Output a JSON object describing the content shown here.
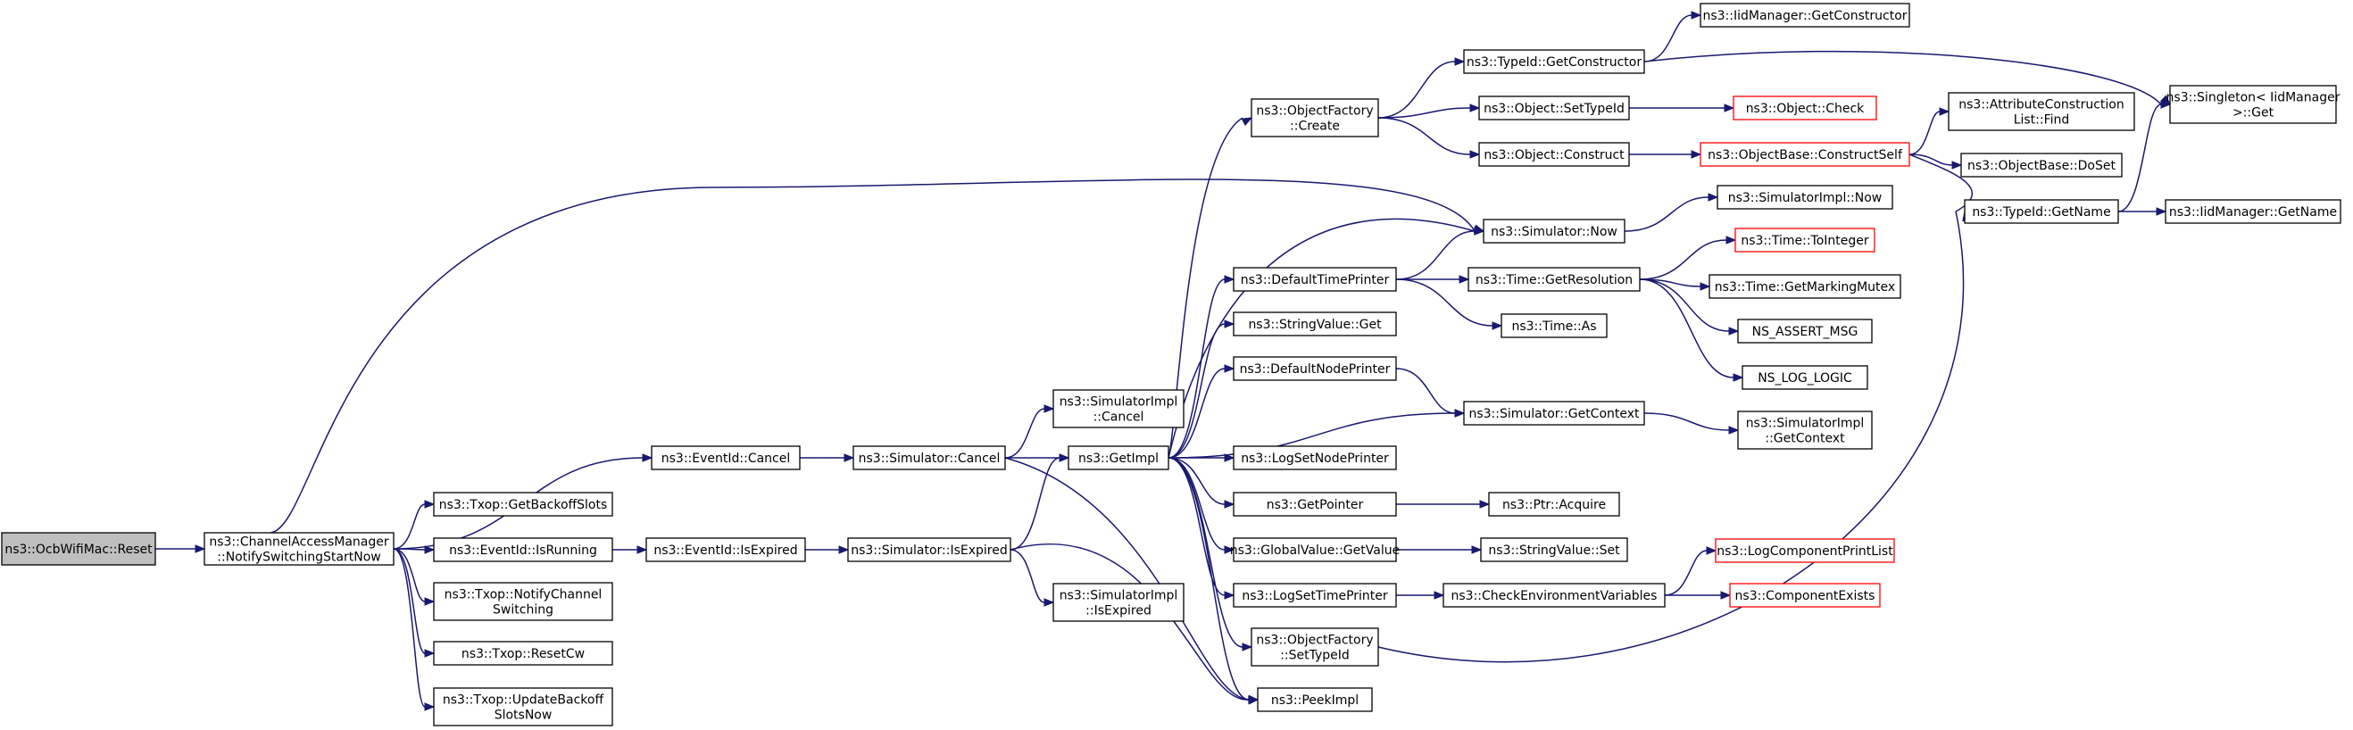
{
  "diagram": {
    "title": "",
    "nodes": [
      {
        "id": "reset",
        "lines": [
          "ns3::OcbWifiMac::Reset"
        ],
        "highlight": true
      },
      {
        "id": "cam",
        "lines": [
          "ns3::ChannelAccessManager",
          "::NotifySwitchingStartNow"
        ]
      },
      {
        "id": "eidcancel",
        "lines": [
          "ns3::EventId::Cancel"
        ]
      },
      {
        "id": "getbackoff",
        "lines": [
          "ns3::Txop::GetBackoffSlots"
        ]
      },
      {
        "id": "eidisrunning",
        "lines": [
          "ns3::EventId::IsRunning"
        ]
      },
      {
        "id": "notifych",
        "lines": [
          "ns3::Txop::NotifyChannel",
          "Switching"
        ]
      },
      {
        "id": "resetcw",
        "lines": [
          "ns3::Txop::ResetCw"
        ]
      },
      {
        "id": "updbackoff",
        "lines": [
          "ns3::Txop::UpdateBackoff",
          "SlotsNow"
        ]
      },
      {
        "id": "eidisexpired",
        "lines": [
          "ns3::EventId::IsExpired"
        ]
      },
      {
        "id": "simcancel",
        "lines": [
          "ns3::Simulator::Cancel"
        ]
      },
      {
        "id": "simisexpired",
        "lines": [
          "ns3::Simulator::IsExpired"
        ]
      },
      {
        "id": "simimplcancel",
        "lines": [
          "ns3::SimulatorImpl",
          "::Cancel"
        ]
      },
      {
        "id": "getimpl",
        "lines": [
          "ns3::GetImpl"
        ]
      },
      {
        "id": "simimplisexpired",
        "lines": [
          "ns3::SimulatorImpl",
          "::IsExpired"
        ]
      },
      {
        "id": "ofcreate",
        "lines": [
          "ns3::ObjectFactory",
          "::Create"
        ]
      },
      {
        "id": "deftime",
        "lines": [
          "ns3::DefaultTimePrinter"
        ]
      },
      {
        "id": "strget",
        "lines": [
          "ns3::StringValue::Get"
        ]
      },
      {
        "id": "defnode",
        "lines": [
          "ns3::DefaultNodePrinter"
        ]
      },
      {
        "id": "logsetnode",
        "lines": [
          "ns3::LogSetNodePrinter"
        ]
      },
      {
        "id": "getpointer",
        "lines": [
          "ns3::GetPointer"
        ]
      },
      {
        "id": "gvgetvalue",
        "lines": [
          "ns3::GlobalValue::GetValue"
        ]
      },
      {
        "id": "logsettime",
        "lines": [
          "ns3::LogSetTimePrinter"
        ]
      },
      {
        "id": "ofsettypeid",
        "lines": [
          "ns3::ObjectFactory",
          "::SetTypeId"
        ]
      },
      {
        "id": "peekimpl",
        "lines": [
          "ns3::PeekImpl"
        ]
      },
      {
        "id": "tidgetctor",
        "lines": [
          "ns3::TypeId::GetConstructor"
        ]
      },
      {
        "id": "objsettypeid",
        "lines": [
          "ns3::Object::SetTypeId"
        ]
      },
      {
        "id": "objconstruct",
        "lines": [
          "ns3::Object::Construct"
        ]
      },
      {
        "id": "simnow",
        "lines": [
          "ns3::Simulator::Now"
        ]
      },
      {
        "id": "timegetres",
        "lines": [
          "ns3::Time::GetResolution"
        ]
      },
      {
        "id": "timeas",
        "lines": [
          "ns3::Time::As"
        ]
      },
      {
        "id": "simgetctx",
        "lines": [
          "ns3::Simulator::GetContext"
        ]
      },
      {
        "id": "ptracquire",
        "lines": [
          "ns3::Ptr::Acquire"
        ]
      },
      {
        "id": "strset",
        "lines": [
          "ns3::StringValue::Set"
        ]
      },
      {
        "id": "checkenv",
        "lines": [
          "ns3::CheckEnvironmentVariables"
        ]
      },
      {
        "id": "iidgetctor",
        "lines": [
          "ns3::IidManager::GetConstructor"
        ]
      },
      {
        "id": "objcheck",
        "lines": [
          "ns3::Object::Check"
        ],
        "red": true
      },
      {
        "id": "obcs",
        "lines": [
          "ns3::ObjectBase::ConstructSelf"
        ],
        "red": true
      },
      {
        "id": "simimplnow",
        "lines": [
          "ns3::SimulatorImpl::Now"
        ]
      },
      {
        "id": "timetoint",
        "lines": [
          "ns3::Time::ToInteger"
        ],
        "red": true
      },
      {
        "id": "timemutex",
        "lines": [
          "ns3::Time::GetMarkingMutex"
        ]
      },
      {
        "id": "assertmsg",
        "lines": [
          "NS_ASSERT_MSG"
        ]
      },
      {
        "id": "loglogic",
        "lines": [
          "NS_LOG_LOGIC"
        ]
      },
      {
        "id": "simimplgetctx",
        "lines": [
          "ns3::SimulatorImpl",
          "::GetContext"
        ]
      },
      {
        "id": "logcompprint",
        "lines": [
          "ns3::LogComponentPrintList"
        ],
        "red": true
      },
      {
        "id": "compexists",
        "lines": [
          "ns3::ComponentExists"
        ],
        "red": true
      },
      {
        "id": "acfind",
        "lines": [
          "ns3::AttributeConstruction",
          "List::Find"
        ]
      },
      {
        "id": "obdoset",
        "lines": [
          "ns3::ObjectBase::DoSet"
        ]
      },
      {
        "id": "tidgetname",
        "lines": [
          "ns3::TypeId::GetName"
        ]
      },
      {
        "id": "singleton",
        "lines": [
          "ns3::Singleton< IidManager",
          " >::Get"
        ]
      },
      {
        "id": "iidgetname",
        "lines": [
          "ns3::IidManager::GetName"
        ]
      }
    ],
    "edges": [
      [
        "reset",
        "cam"
      ],
      [
        "cam",
        "eidcancel"
      ],
      [
        "cam",
        "getbackoff"
      ],
      [
        "cam",
        "eidisrunning"
      ],
      [
        "cam",
        "notifych"
      ],
      [
        "cam",
        "resetcw"
      ],
      [
        "cam",
        "updbackoff"
      ],
      [
        "cam",
        "simnow"
      ],
      [
        "eidcancel",
        "simcancel"
      ],
      [
        "eidisrunning",
        "eidisexpired"
      ],
      [
        "eidisexpired",
        "simisexpired"
      ],
      [
        "simcancel",
        "simimplcancel"
      ],
      [
        "simcancel",
        "getimpl"
      ],
      [
        "simcancel",
        "peekimpl"
      ],
      [
        "simisexpired",
        "getimpl"
      ],
      [
        "simisexpired",
        "simimplisexpired"
      ],
      [
        "simisexpired",
        "peekimpl"
      ],
      [
        "getimpl",
        "ofcreate"
      ],
      [
        "getimpl",
        "simnow"
      ],
      [
        "getimpl",
        "deftime"
      ],
      [
        "getimpl",
        "strget"
      ],
      [
        "getimpl",
        "defnode"
      ],
      [
        "getimpl",
        "simgetctx"
      ],
      [
        "getimpl",
        "logsetnode"
      ],
      [
        "getimpl",
        "getpointer"
      ],
      [
        "getimpl",
        "gvgetvalue"
      ],
      [
        "getimpl",
        "logsettime"
      ],
      [
        "getimpl",
        "ofsettypeid"
      ],
      [
        "getimpl",
        "peekimpl"
      ],
      [
        "ofcreate",
        "tidgetctor"
      ],
      [
        "ofcreate",
        "objsettypeid"
      ],
      [
        "ofcreate",
        "objconstruct"
      ],
      [
        "deftime",
        "simnow"
      ],
      [
        "deftime",
        "timegetres"
      ],
      [
        "deftime",
        "timeas"
      ],
      [
        "defnode",
        "simgetctx"
      ],
      [
        "getpointer",
        "ptracquire"
      ],
      [
        "gvgetvalue",
        "strset"
      ],
      [
        "logsettime",
        "checkenv"
      ],
      [
        "ofsettypeid",
        "tidgetname"
      ],
      [
        "tidgetctor",
        "iidgetctor"
      ],
      [
        "tidgetctor",
        "singleton"
      ],
      [
        "objsettypeid",
        "objcheck"
      ],
      [
        "objconstruct",
        "obcs"
      ],
      [
        "simnow",
        "simimplnow"
      ],
      [
        "timegetres",
        "timetoint"
      ],
      [
        "timegetres",
        "timemutex"
      ],
      [
        "timegetres",
        "assertmsg"
      ],
      [
        "timegetres",
        "loglogic"
      ],
      [
        "simgetctx",
        "simimplgetctx"
      ],
      [
        "checkenv",
        "logcompprint"
      ],
      [
        "checkenv",
        "compexists"
      ],
      [
        "obcs",
        "acfind"
      ],
      [
        "obcs",
        "obdoset"
      ],
      [
        "obcs",
        "tidgetname"
      ],
      [
        "tidgetname",
        "singleton"
      ],
      [
        "tidgetname",
        "iidgetname"
      ]
    ]
  }
}
